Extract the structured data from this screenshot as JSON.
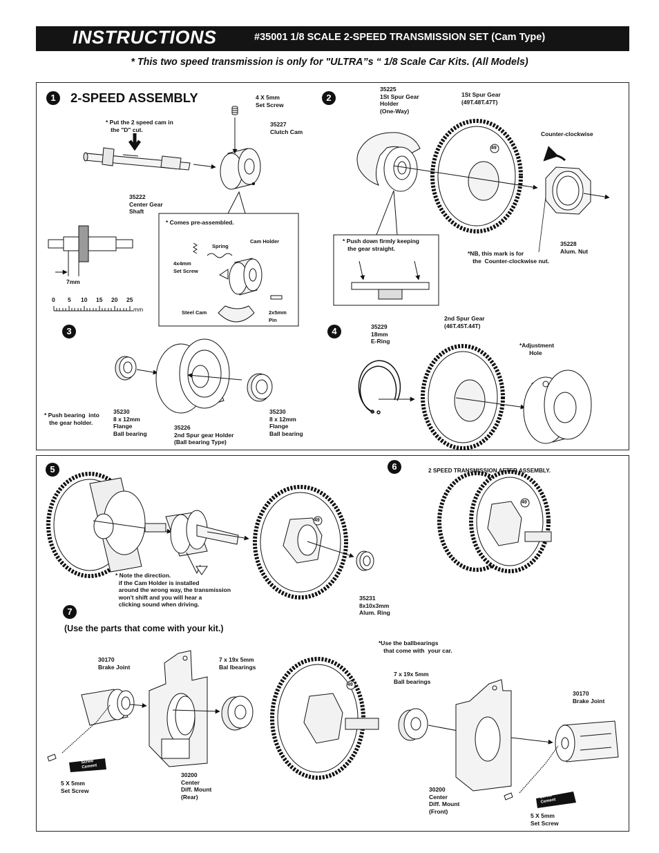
{
  "header": {
    "title": "INSTRUCTIONS",
    "subtitle": "#35001  1/8 SCALE 2-SPEED TRANSMISSION SET (Cam Type)"
  },
  "note": "* This two speed transmission is only for \"ULTRA”s “ 1/8 Scale Car Kits. (All Models)",
  "steps": {
    "s1": {
      "num": "1",
      "title": "2-SPEED ASSEMBLY"
    },
    "s2": {
      "num": "2"
    },
    "s3": {
      "num": "3"
    },
    "s4": {
      "num": "4"
    },
    "s5": {
      "num": "5"
    },
    "s6": {
      "num": "6",
      "caption": "2 SPEED TRANSMISSION AFTER ASSEMBLY."
    },
    "s7": {
      "num": "7",
      "subtitle": "(Use the parts that come  with your kit.)"
    }
  },
  "labels": {
    "set_screw_4x5": "4 X 5mm\nSet Screw",
    "clutch_cam": "35227\nClutch Cam",
    "put_cam": "* Put the 2 speed cam in\n   the \"D\" cut.",
    "center_gear_shaft": "35222\nCenter Gear\nShaft",
    "comes_preassembled": "* Comes pre-assembled.",
    "spring": "Spring",
    "cam_holder": "Cam Holder",
    "set_screw_4x4": "4x4mm\nSet Screw",
    "steel_cam": "Steel Cam",
    "pin": "2x5mm\nPin",
    "dim_7mm": "7mm",
    "ruler_ticks": [
      "0",
      "5",
      "10",
      "15",
      "20",
      "25"
    ],
    "ruler_unit": "mm",
    "spur_gear_holder": "35225\n1St Spur Gear\nHolder\n(One-Way)",
    "first_spur_gear": "1St Spur Gear\n(49T.48T.47T)",
    "ccw": "Counter-clockwise",
    "push_down": "* Push down firmly keeping\n   the gear straight.",
    "nb_mark": "*NB, this mark is for\n   the  Counter-clockwise nut.",
    "alum_nut": "35228\nAlum. Nut",
    "gear_mark": "49",
    "push_bearing": "* Push bearing  into\n   the gear holder.",
    "bearing_left": "35230\n8 x 12mm\nFlange\nBall bearing",
    "spur_holder_2": "35226\n2nd Spur gear Holder\n(Ball bearing Type)",
    "bearing_right": "35230\n8 x 12mm\nFlange\nBall bearing",
    "e_ring": "35229\n18mm\nE-Ring",
    "second_spur_gear": "2nd Spur Gear\n(46T.45T.44T)",
    "adjustment_hole": "*Adjustment\n      Hole",
    "note_direction": "* Note the direction.\n  if the Cam Holder is installed\n  around the wrong way, the transmission\n  won't shift and you will hear a\n  clicking sound when driving.",
    "alum_ring": "35231\n8x10x3mm\nAlum. Ring",
    "brake_joint_left": "30170\nBrake Joint",
    "bearings_left": "7 x 19x 5mm\nBal lbearings",
    "use_ballbearings": "*Use the ballbearings\n   that come with  your car.",
    "bearings_right": "7 x 19x 5mm\nBall bearings",
    "brake_joint_right": "30170\nBrake Joint",
    "set_screw_5x5_left": "5 X 5mm\nSet Screw",
    "diff_mount_rear": "30200\nCenter\nDiff. Mount\n(Rear)",
    "diff_mount_front": "30200\nCenter\nDiff. Mount\n(Front)",
    "set_screw_5x5_right": "5 X 5mm\nSet Screw",
    "screw_cement": "Screw\nCement"
  }
}
